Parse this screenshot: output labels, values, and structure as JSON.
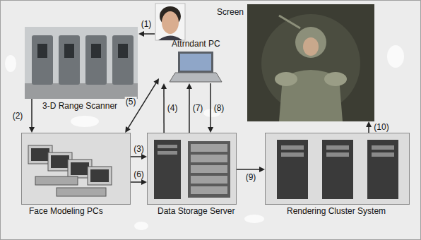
{
  "diagram": {
    "nodes": [
      {
        "text": [
          "3-D Range Scanner"
        ]
      },
      {
        "text": [
          "Attrndant PC"
        ]
      },
      {
        "text": [
          "Screen"
        ]
      },
      {
        "text": [
          "Face Modeling PCs"
        ]
      },
      {
        "text": [
          "Data Storage Server"
        ]
      },
      {
        "text": [
          "Rendering Cluster System"
        ]
      }
    ],
    "edges": [
      {
        "from": 0,
        "to": 3,
        "label": "(2)",
        "arrow": "to"
      },
      {
        "from": 3,
        "to": 4,
        "label": "(3)",
        "arrow": "to"
      },
      {
        "from": 4,
        "to": 1,
        "label": "(4)",
        "arrow": "to"
      },
      {
        "from": 1,
        "to": 3,
        "label": "(5)",
        "arrow": "both"
      },
      {
        "from": 3,
        "to": 4,
        "label": "(6)",
        "arrow": "to"
      },
      {
        "from": 4,
        "to": 1,
        "label": "(7)",
        "arrow": "to"
      },
      {
        "from": 1,
        "to": 4,
        "label": "(8)",
        "arrow": "to"
      },
      {
        "from": 4,
        "to": 5,
        "label": "(9)",
        "arrow": "to"
      },
      {
        "from": 5,
        "to": 2,
        "label": "(10)",
        "arrow": "to"
      }
    ],
    "labels": [
      "(1)"
    ]
  }
}
